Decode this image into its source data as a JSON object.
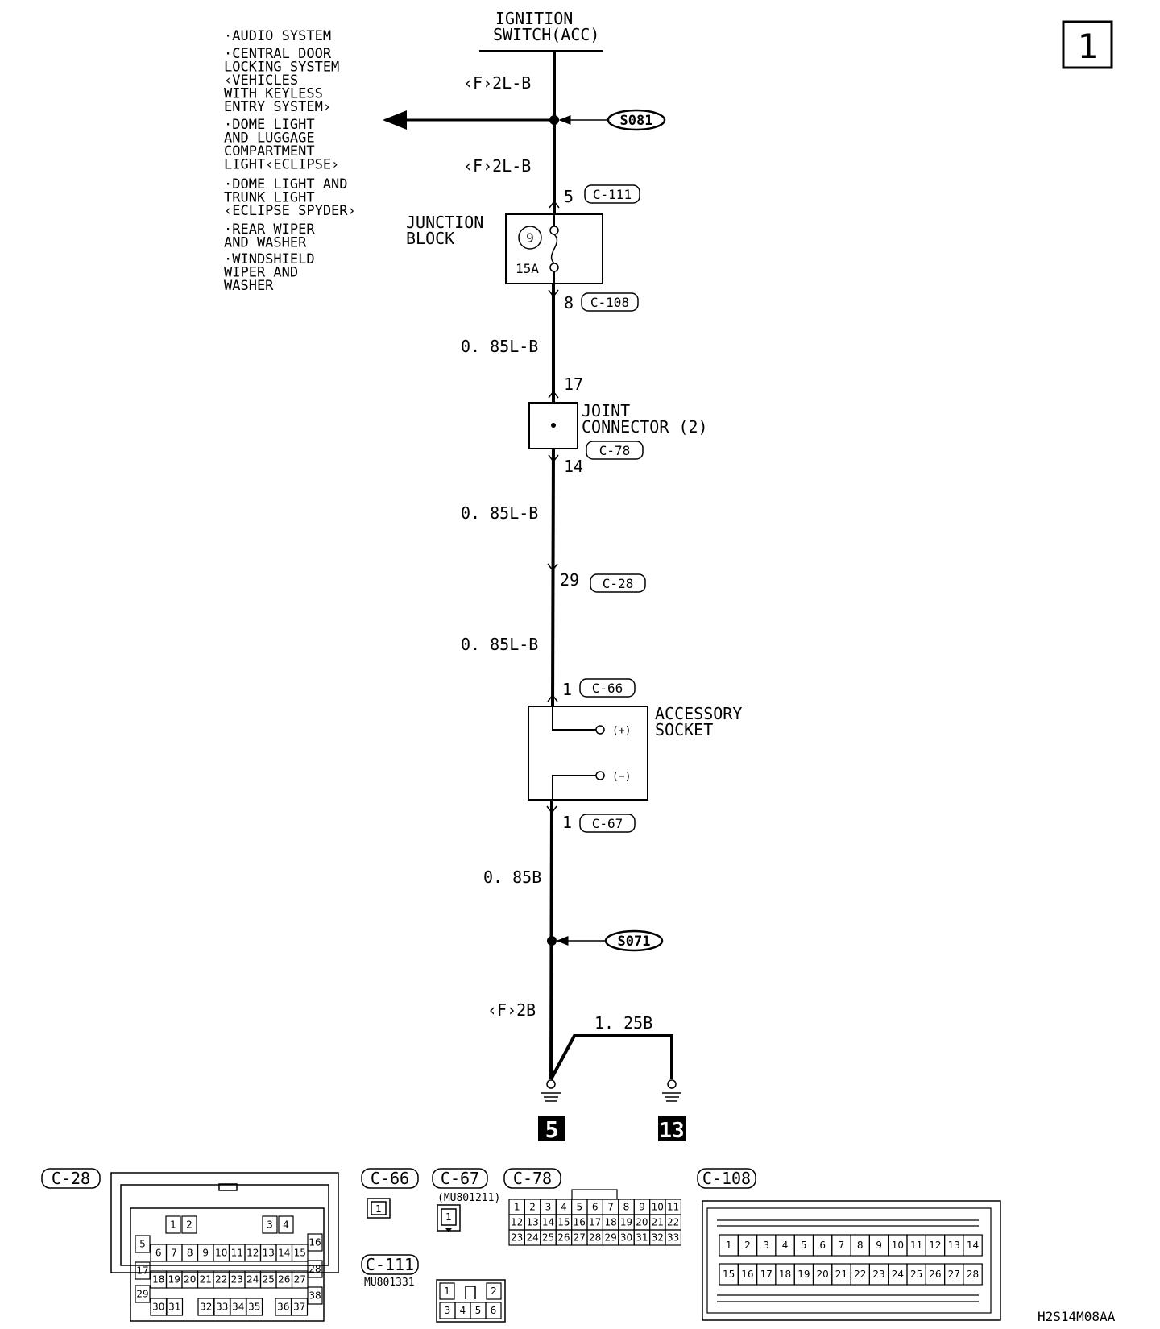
{
  "page_number": "1",
  "diagram_code": "H2S14M08AA",
  "ignition_switch": {
    "line1": "IGNITION",
    "line2": "SWITCH(ACC)"
  },
  "branch_list": [
    {
      "name": "audio",
      "lines": [
        "·AUDIO SYSTEM"
      ]
    },
    {
      "name": "central-door-locking",
      "lines": [
        "·CENTRAL DOOR",
        " LOCKING SYSTEM",
        " ‹VEHICLES",
        "  WITH KEYLESS",
        "  ENTRY SYSTEM›"
      ]
    },
    {
      "name": "dome-light-luggage",
      "lines": [
        "·DOME LIGHT",
        " AND LUGGAGE",
        " COMPARTMENT",
        " LIGHT‹ECLIPSE›"
      ]
    },
    {
      "name": "dome-light-trunk",
      "lines": [
        "·DOME LIGHT AND",
        " TRUNK LIGHT",
        " ‹ECLIPSE SPYDER›"
      ]
    },
    {
      "name": "rear-wiper",
      "lines": [
        "·REAR WIPER",
        " AND WASHER"
      ]
    },
    {
      "name": "windshield-wiper",
      "lines": [
        "·WINDSHIELD",
        " WIPER AND",
        " WASHER"
      ]
    }
  ],
  "wires": {
    "w1": "‹F›2L-B",
    "w2": "‹F›2L-B",
    "w3": "0. 85L-B",
    "w4": "0. 85L-B",
    "w5": "0. 85L-B",
    "w6": "0. 85B",
    "w7": "‹F›2B",
    "w8": "1. 25B"
  },
  "splices": {
    "upper": "S081",
    "lower": "S071"
  },
  "junction_block": {
    "line1": "JUNCTION",
    "line2": "BLOCK",
    "fuse_number": "9",
    "fuse_rating": "15A"
  },
  "joint_connector": {
    "line1": "JOINT",
    "line2": "CONNECTOR (2)"
  },
  "accessory_socket": {
    "line1": "ACCESSORY",
    "line2": "SOCKET",
    "plus": "(+)",
    "minus": "(−)"
  },
  "pins": {
    "c111_pin": "5",
    "c108_pin": "8",
    "c78_in": "17",
    "c78_out": "14",
    "c28_pin": "29",
    "c66_pin": "1",
    "c67_pin": "1"
  },
  "connectors": {
    "c111": "C-111",
    "c108": "C-108",
    "c78": "C-78",
    "c28": "C-28",
    "c66": "C-66",
    "c67": "C-67"
  },
  "grounds": {
    "left": "5",
    "right": "13"
  },
  "bottom": {
    "c28": {
      "label": "C-28",
      "row1": [
        "1",
        "2",
        "3",
        "4"
      ],
      "row2": [
        "5",
        "16"
      ],
      "row3": [
        "6",
        "7",
        "8",
        "9",
        "10",
        "11",
        "12",
        "13",
        "14",
        "15"
      ],
      "row4": [
        "17",
        "28"
      ],
      "row5": [
        "18",
        "19",
        "20",
        "21",
        "22",
        "23",
        "24",
        "25",
        "26",
        "27"
      ],
      "row6": [
        "29",
        "38"
      ],
      "row7": [
        "30",
        "31",
        "32",
        "33",
        "34",
        "35",
        "36",
        "37"
      ]
    },
    "c66": {
      "label": "C-66",
      "pins": [
        "1"
      ]
    },
    "c67": {
      "label": "C-67",
      "part": "(MU801211)",
      "pins": [
        "1"
      ]
    },
    "c78": {
      "label": "C-78",
      "row1": [
        "1",
        "2",
        "3",
        "4",
        "5",
        "6",
        "7",
        "8",
        "9",
        "10",
        "11"
      ],
      "row2": [
        "12",
        "13",
        "14",
        "15",
        "16",
        "17",
        "18",
        "19",
        "20",
        "21",
        "22"
      ],
      "row3": [
        "23",
        "24",
        "25",
        "26",
        "27",
        "28",
        "29",
        "30",
        "31",
        "32",
        "33"
      ]
    },
    "c111": {
      "label": "C-111",
      "part": "MU801331",
      "row1": [
        "1",
        "2"
      ],
      "row2": [
        "3",
        "4",
        "5",
        "6"
      ]
    },
    "c108": {
      "label": "C-108",
      "row1": [
        "1",
        "2",
        "3",
        "4",
        "5",
        "6",
        "7",
        "8",
        "9",
        "10",
        "11",
        "12",
        "13",
        "14"
      ],
      "row2": [
        "15",
        "16",
        "17",
        "18",
        "19",
        "20",
        "21",
        "22",
        "23",
        "24",
        "25",
        "26",
        "27",
        "28"
      ]
    }
  }
}
